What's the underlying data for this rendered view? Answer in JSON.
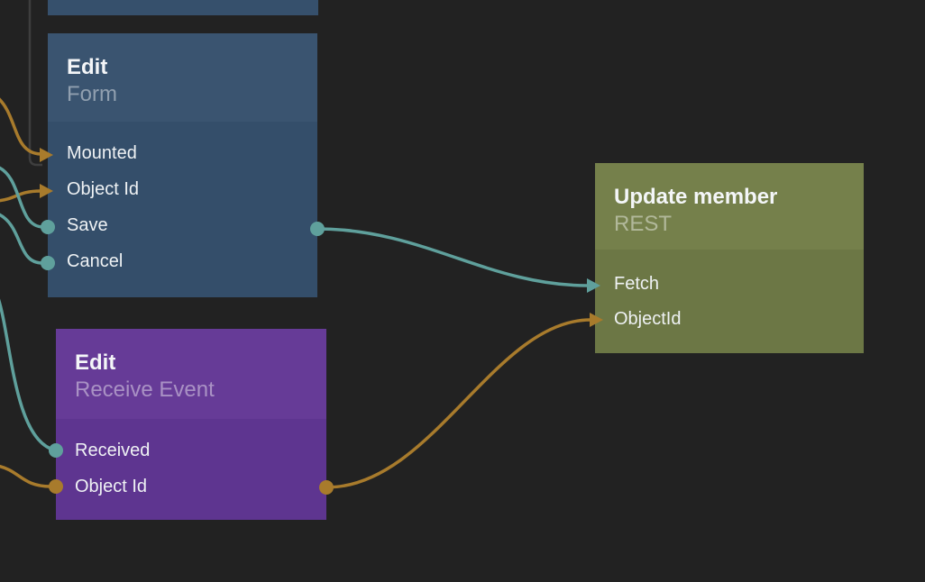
{
  "canvas": {
    "background_color": "#222222"
  },
  "palette": {
    "teal": "#5fa09c",
    "orange": "#a87b2c",
    "dim": "#3e3e3e"
  },
  "nodes": [
    {
      "id": "clipped-top-node",
      "title": "",
      "subtitle": "",
      "header_color": "#36506c",
      "body_color": "#36506c",
      "ports": []
    },
    {
      "id": "edit-form",
      "title": "Edit",
      "subtitle": "Form",
      "header_color": "#3a5470",
      "body_color": "#344e6a",
      "ports": [
        {
          "label": "Mounted",
          "connector": "arrow-in",
          "color": "orange"
        },
        {
          "label": "Object Id",
          "connector": "arrow-in",
          "color": "orange"
        },
        {
          "label": "Save",
          "connector": "dot-in",
          "color": "teal"
        },
        {
          "label": "Cancel",
          "connector": "dot-in",
          "color": "teal"
        }
      ],
      "outputs": [
        {
          "connector": "dot-out",
          "color": "teal"
        }
      ]
    },
    {
      "id": "edit-receive-event",
      "title": "Edit",
      "subtitle": "Receive Event",
      "header_color": "#663b97",
      "body_color": "#5e3590",
      "ports": [
        {
          "label": "Received",
          "connector": "dot-in",
          "color": "teal"
        },
        {
          "label": "Object Id",
          "connector": "dot-in",
          "color": "orange"
        }
      ],
      "outputs": [
        {
          "connector": "dot-out",
          "color": "orange"
        }
      ]
    },
    {
      "id": "update-member",
      "title": "Update member",
      "subtitle": "REST",
      "header_color": "#75804b",
      "body_color": "#6c7745",
      "ports": [
        {
          "label": "Fetch",
          "connector": "arrow-in",
          "color": "teal"
        },
        {
          "label": "ObjectId",
          "connector": "arrow-in",
          "color": "orange"
        }
      ],
      "outputs": []
    }
  ],
  "connections": [
    {
      "from": "offscreen-top",
      "to": "edit-form.Mounted",
      "color": "dim"
    },
    {
      "from": "offscreen-left",
      "to": "edit-form.Mounted",
      "color": "orange"
    },
    {
      "from": "offscreen-left",
      "to": "edit-form.Object Id",
      "color": "orange"
    },
    {
      "from": "offscreen-left",
      "to": "edit-form.Save",
      "color": "teal"
    },
    {
      "from": "offscreen-left",
      "to": "edit-form.Cancel",
      "color": "teal"
    },
    {
      "from": "offscreen-left",
      "to": "edit-receive-event.Received",
      "color": "teal"
    },
    {
      "from": "offscreen-left",
      "to": "edit-receive-event.Object Id",
      "color": "orange"
    },
    {
      "from": "edit-form.output",
      "to": "update-member.Fetch",
      "color": "teal"
    },
    {
      "from": "edit-receive-event.output",
      "to": "update-member.ObjectId",
      "color": "orange"
    }
  ]
}
